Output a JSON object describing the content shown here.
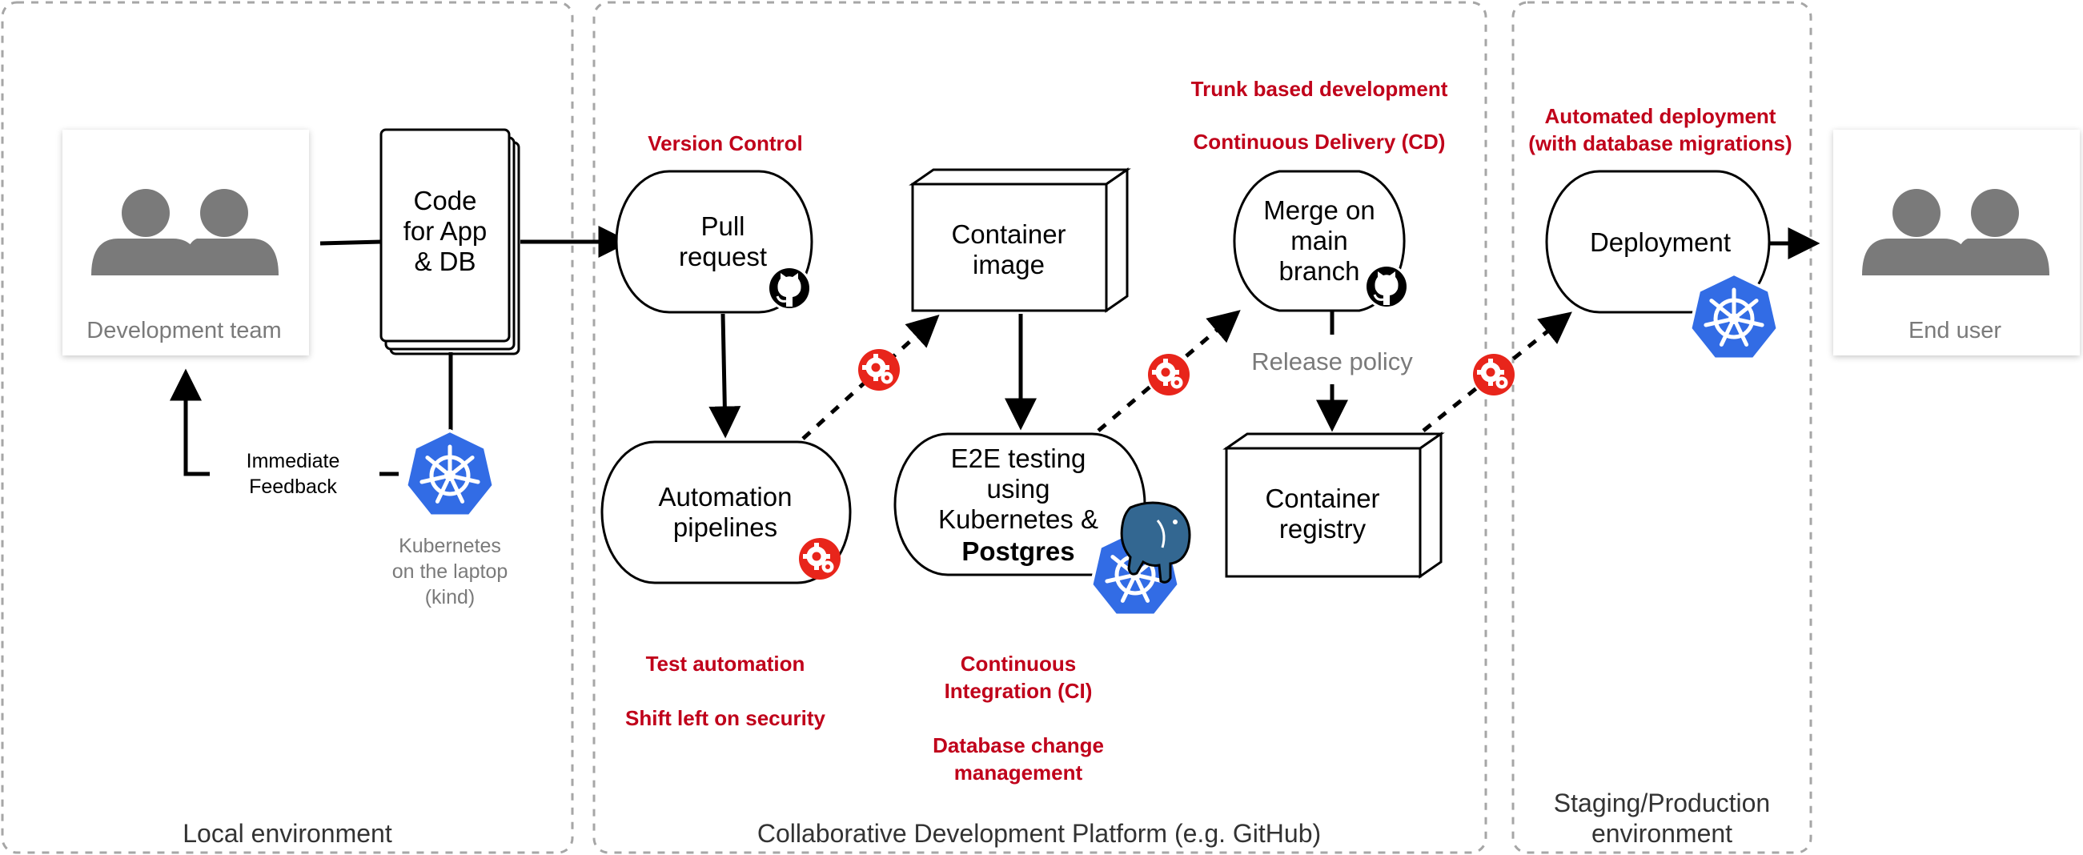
{
  "zones": {
    "local": "Local environment",
    "platform": "Collaborative Development Platform (e.g. GitHub)",
    "staging_line1": "Staging/Production",
    "staging_line2": "environment"
  },
  "actors": {
    "dev_team": "Development team",
    "end_user": "End user"
  },
  "nodes": {
    "code": [
      "Code",
      "for App",
      "& DB"
    ],
    "pull_request": [
      "Pull",
      "request"
    ],
    "automation": [
      "Automation",
      "pipelines"
    ],
    "container_image": [
      "Container",
      "image"
    ],
    "e2e": [
      "E2E testing",
      "using",
      "Kubernetes &",
      "Postgres"
    ],
    "merge": [
      "Merge on",
      "main",
      "branch"
    ],
    "container_registry": [
      "Container",
      "registry"
    ],
    "deployment": "Deployment"
  },
  "labels": {
    "feedback": [
      "Immediate",
      "Feedback"
    ],
    "kube_laptop": [
      "Kubernetes",
      "on the laptop",
      "(kind)"
    ],
    "release_policy": "Release policy"
  },
  "notes": {
    "version_control": "Version Control",
    "test_automation": "Test automation",
    "shift_left": "Shift left on security",
    "ci": [
      "Continuous",
      "Integration (CI)"
    ],
    "db_change": [
      "Database change",
      "management"
    ],
    "trunk": "Trunk based development",
    "cd": "Continuous Delivery (CD)",
    "auto_deploy": [
      "Automated deployment",
      "(with database migrations)"
    ]
  },
  "icons": {
    "people": "people-icon",
    "kubernetes": "kubernetes-icon",
    "github": "github-icon",
    "gears": "gears-icon",
    "postgres": "postgres-elephant-icon"
  },
  "colors": {
    "note_red": "#c0001a",
    "kubernetes_blue": "#326ce5",
    "gear_red": "#e8251b",
    "person_grey": "#7a7a7a",
    "zone_grey": "#a6a6a6",
    "postgres_blue": "#336791"
  }
}
